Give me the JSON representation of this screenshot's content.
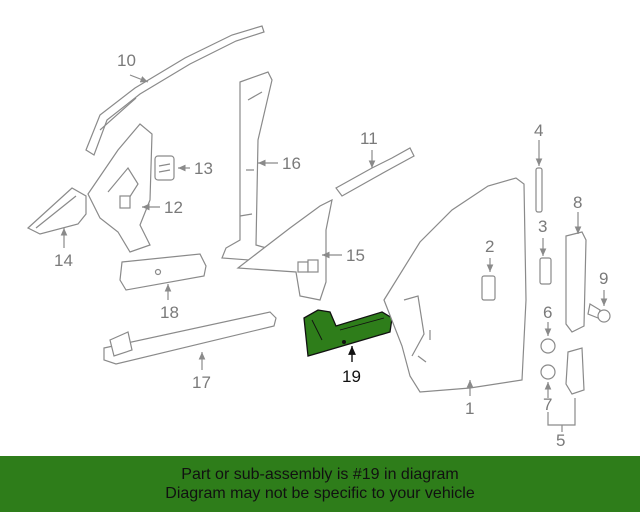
{
  "diagram": {
    "highlight_color": "#2e7d1a",
    "highlighted_part": "19",
    "callouts": [
      "1",
      "2",
      "3",
      "4",
      "5",
      "6",
      "7",
      "8",
      "9",
      "10",
      "11",
      "12",
      "13",
      "14",
      "15",
      "16",
      "17",
      "18",
      "19"
    ]
  },
  "banner": {
    "line1": "Part or sub-assembly is #19 in diagram",
    "line2": "Diagram may not be specific to your vehicle",
    "background": "#2e7d1a"
  }
}
